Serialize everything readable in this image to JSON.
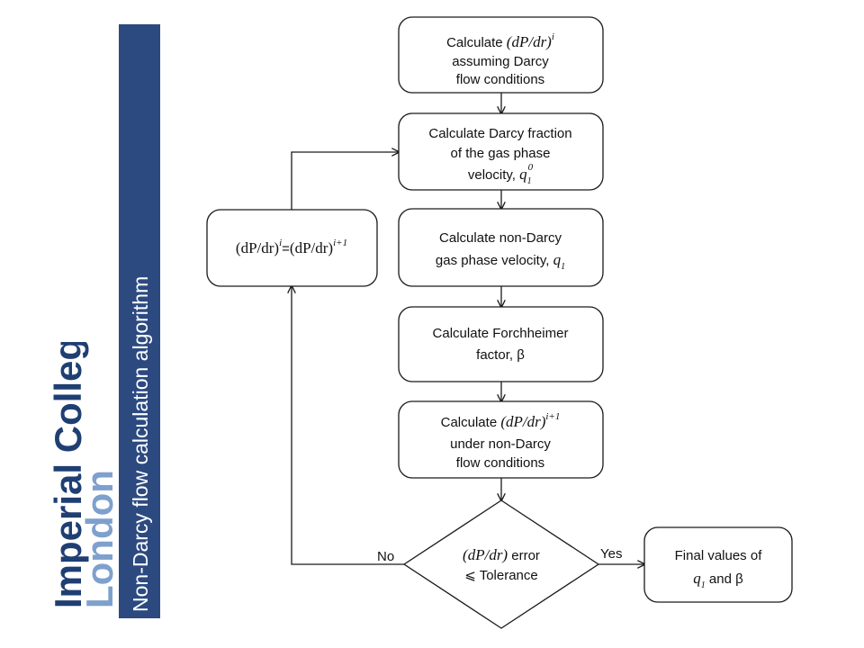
{
  "logo": {
    "line1": "Imperial College",
    "line2": "London",
    "color1": "#1f3f73",
    "color2": "#7ea0cd"
  },
  "title": "Non-Darcy flow calculation algorithm",
  "title_bar_color": "#2c4a80",
  "flowchart": {
    "step1": {
      "pre": "Calculate ",
      "math": "(dP/dr)",
      "sup": "i",
      "line2": "assuming Darcy",
      "line3": "flow conditions"
    },
    "step2": {
      "line1": "Calculate Darcy fraction",
      "line2": "of the gas phase",
      "pre3": "velocity, ",
      "q": "q",
      "q_sub": "1",
      "q_sup": "0"
    },
    "step3": {
      "line1": "Calculate non-Darcy",
      "pre2": "gas phase velocity, ",
      "q": "q",
      "q_sub": "1"
    },
    "step4": {
      "line1": "Calculate Forchheimer",
      "line2": "factor, β"
    },
    "step5": {
      "pre": "Calculate ",
      "math": "(dP/dr)",
      "sup": "i+1",
      "line2": "under non-Darcy",
      "line3": "flow conditions"
    },
    "decision": {
      "math": "(dP/dr)",
      "post1": " error",
      "line2": "⩽ Tolerance"
    },
    "update": {
      "lhs": "(dP/dr)",
      "lhs_sup": "i",
      "eq": "=",
      "rhs": "(dP/dr)",
      "rhs_sup": "i+1"
    },
    "final": {
      "line1": "Final values of",
      "q": "q",
      "q_sub": "1",
      "post2": " and β"
    },
    "label_no": "No",
    "label_yes": "Yes"
  }
}
